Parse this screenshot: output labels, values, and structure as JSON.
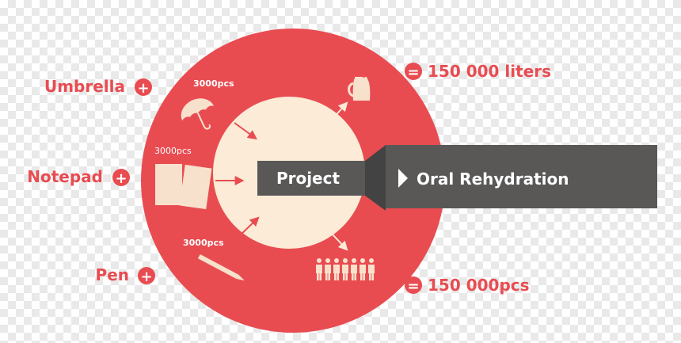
{
  "colors": {
    "red": "#e84c51",
    "cream": "#fcebd6",
    "icon_cream": "#f8e1cc",
    "banner_dark": "#595857",
    "banner_shadow": "#444343",
    "white": "#ffffff"
  },
  "inputs": [
    {
      "name": "Umbrella",
      "quantity": "3000pcs",
      "icon": "umbrella-icon",
      "operator": "+"
    },
    {
      "name": "Notepad",
      "quantity": "3000pcs",
      "icon": "notepad-icon",
      "operator": "+"
    },
    {
      "name": "Pen",
      "quantity": "3000pcs",
      "icon": "pen-icon",
      "operator": "+"
    }
  ],
  "center": {
    "label": "Project"
  },
  "banner": {
    "label": "Oral Rehydration"
  },
  "outputs": [
    {
      "value": "150 000 liters",
      "icon": "jug-icon",
      "operator": "="
    },
    {
      "value": "150 000pcs",
      "icon": "people-icon",
      "operator": "="
    }
  ]
}
